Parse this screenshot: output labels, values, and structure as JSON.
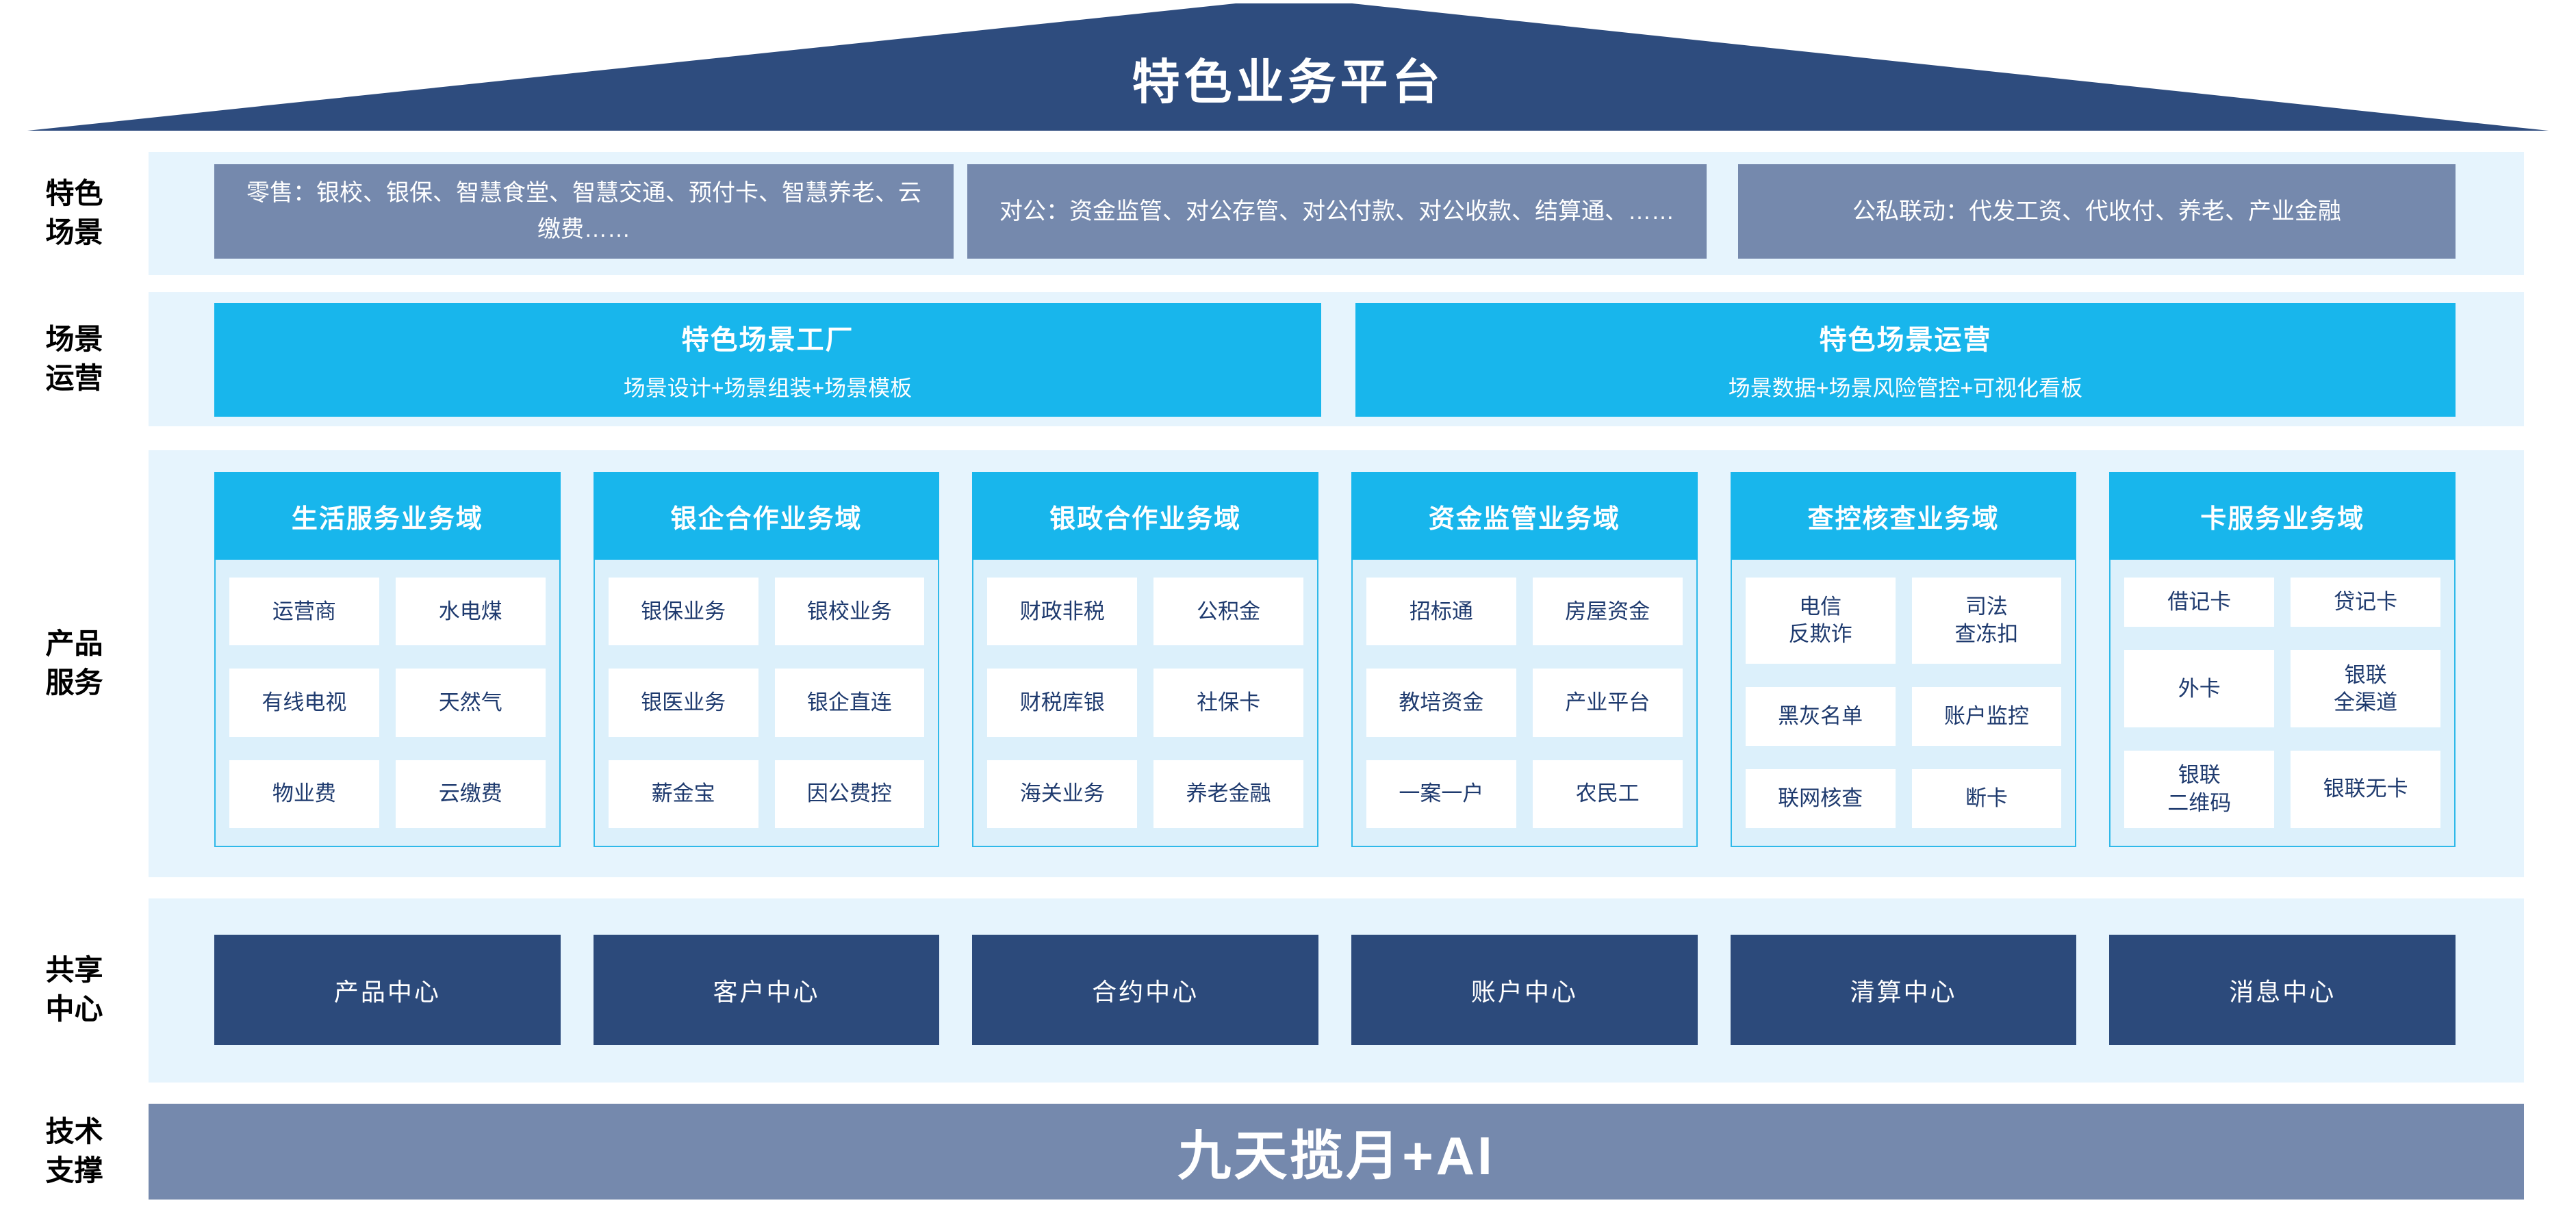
{
  "title": "特色业务平台",
  "colors": {
    "roof_navy": "#2E4C7E",
    "box_navy": "#2C4A7B",
    "slate_blue": "#7589AD",
    "cyan": "#18B6EC",
    "panel_light_blue": "#E6F4FD",
    "column_body_blue": "#DCF0FB",
    "item_text_navy": "#1E3A6E"
  },
  "rows": {
    "scenes": {
      "label": "特色\n场景",
      "boxes": [
        "零售：银校、银保、智慧食堂、智慧交通、预付卡、智慧养老、云缴费……",
        "对公：资金监管、对公存管、对公付款、对公收款、结算通、……",
        "公私联动：代发工资、代收付、养老、产业金融"
      ]
    },
    "operation": {
      "label": "场景\n运营",
      "boxes": [
        {
          "title": "特色场景工厂",
          "subtitle": "场景设计+场景组装+场景模板"
        },
        {
          "title": "特色场景运营",
          "subtitle": "场景数据+场景风险管控+可视化看板"
        }
      ]
    },
    "products": {
      "label": "产品\n服务",
      "columns": [
        {
          "header": "生活服务业务域",
          "items": [
            "运营商",
            "水电煤",
            "有线电视",
            "天然气",
            "物业费",
            "云缴费"
          ]
        },
        {
          "header": "银企合作业务域",
          "items": [
            "银保业务",
            "银校业务",
            "银医业务",
            "银企直连",
            "薪金宝",
            "因公费控"
          ]
        },
        {
          "header": "银政合作业务域",
          "items": [
            "财政非税",
            "公积金",
            "财税库银",
            "社保卡",
            "海关业务",
            "养老金融"
          ]
        },
        {
          "header": "资金监管业务域",
          "items": [
            "招标通",
            "房屋资金",
            "教培资金",
            "产业平台",
            "一案一户",
            "农民工"
          ]
        },
        {
          "header": "查控核查业务域",
          "items": [
            "电信\n反欺诈",
            "司法\n查冻扣",
            "黑灰名单",
            "账户监控",
            "联网核查",
            "断卡"
          ]
        },
        {
          "header": "卡服务业务域",
          "items": [
            "借记卡",
            "贷记卡",
            "外卡",
            "银联\n全渠道",
            "银联\n二维码",
            "银联无卡"
          ]
        }
      ]
    },
    "centers": {
      "label": "共享\n中心",
      "boxes": [
        "产品中心",
        "客户中心",
        "合约中心",
        "账户中心",
        "清算中心",
        "消息中心"
      ]
    },
    "tech": {
      "label": "技术\n支撑",
      "text": "九天揽月+AI"
    }
  }
}
